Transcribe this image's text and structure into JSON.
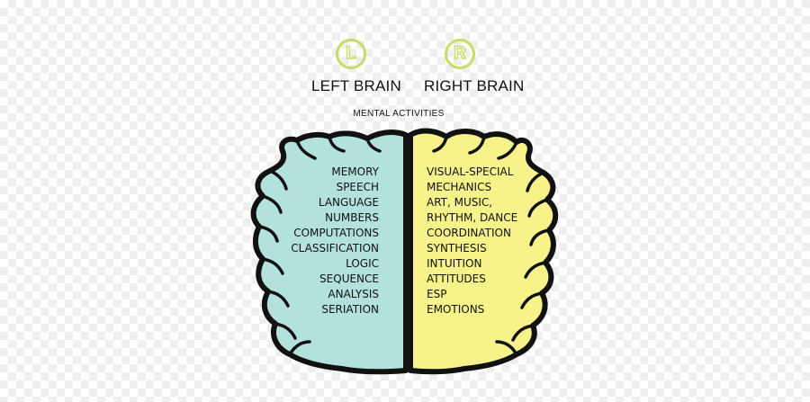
{
  "badges": {
    "left_letter": "L",
    "right_letter": "R",
    "ring_color": "#c7dc63"
  },
  "headings": {
    "left": "LEFT BRAIN",
    "right": "RIGHT BRAIN",
    "subtitle": "MENTAL ACTIVITIES"
  },
  "hemispheres": {
    "left": {
      "fill_color": "#b3e1dc",
      "activities": [
        "MEMORY",
        "SPEECH",
        "LANGUAGE",
        "NUMBERS",
        "COMPUTATIONS",
        "CLASSIFICATION",
        "LOGIC",
        "SEQUENCE",
        "ANALYSIS",
        "SERIATION"
      ]
    },
    "right": {
      "fill_color": "#f7f28a",
      "activities": [
        "VISUAL-SPECIAL",
        "MECHANICS",
        "ART, MUSIC,",
        "RHYTHM, DANCE",
        "COORDINATION",
        "SYNTHESIS",
        "INTUITION",
        "ATTITUDES",
        "ESP",
        "EMOTIONS"
      ]
    },
    "outline_color": "#111111"
  }
}
